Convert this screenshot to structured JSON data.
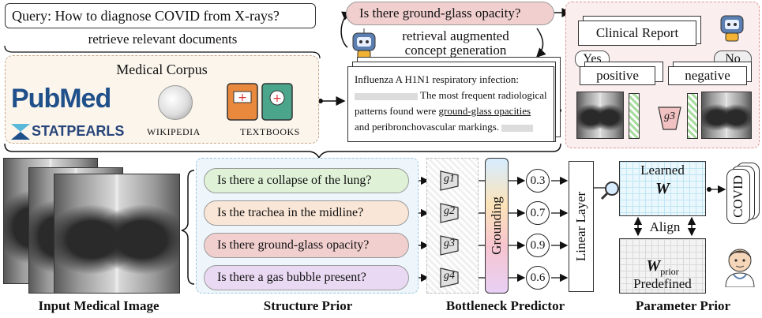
{
  "query": "Query: How to diagnose COVID from X-rays?",
  "retrieve_label": "retrieve relevant documents",
  "corpus": {
    "title": "Medical Corpus",
    "pubmed": "PubMed",
    "statpearls": "STATPEARLS",
    "wikipedia": "WIKIPEDIA",
    "textbooks": "TEXTBOOKS"
  },
  "generation": {
    "question": "Is there ground-glass opacity?",
    "label_line1": "retrieval augmented",
    "label_line2": "concept generation",
    "doc_line1": "Influenza A H1N1 respiratory infection:",
    "doc_line2": "The most frequent radiological",
    "doc_line3_pre": "patterns found were ",
    "doc_line3_underlined": "ground-glass opacities",
    "doc_line4": "and peribronchovascular markings."
  },
  "clinical": {
    "report": "Clinical Report",
    "yes": "Yes",
    "no": "No",
    "positive": "positive",
    "negative": "negative",
    "g3": "g3"
  },
  "structure": {
    "questions": [
      {
        "text": "Is there a collapse of the lung?",
        "color": "#dff2d8"
      },
      {
        "text": "Is the trachea in the midline?",
        "color": "#fae6d6"
      },
      {
        "text": "Is there ground-glass opacity?",
        "color": "#f2cfcf"
      },
      {
        "text": "Is there a gas bubble present?",
        "color": "#e9d9f2"
      }
    ]
  },
  "bottleneck": {
    "g_labels": [
      "g1",
      "g2",
      "g3",
      "g4"
    ],
    "grounding": "Grounding",
    "scores": [
      "0.3",
      "0.7",
      "0.9",
      "0.6"
    ],
    "linear": "Linear Layer"
  },
  "parameter": {
    "learned": "Learned",
    "w": "W",
    "align": "Align",
    "w_prior": "W",
    "prior_sub": "prior",
    "predefined": "Predefined",
    "output": "COVID"
  },
  "bottom_labels": {
    "input": "Input Medical Image",
    "structure": "Structure Prior",
    "bottleneck": "Bottleneck Predictor",
    "parameter": "Parameter Prior"
  },
  "colors": {
    "corpus_bg": "#fbf5ec",
    "clinical_bg": "#fbeeee",
    "structure_bg": "#eef6fb",
    "grounding_gradient": [
      "#d6ecff",
      "#fde4b8",
      "#f7c5cf",
      "#e8d0f5"
    ],
    "learned_grid": "#bfe6f5",
    "predefined_grid": "#d9d9d9"
  }
}
